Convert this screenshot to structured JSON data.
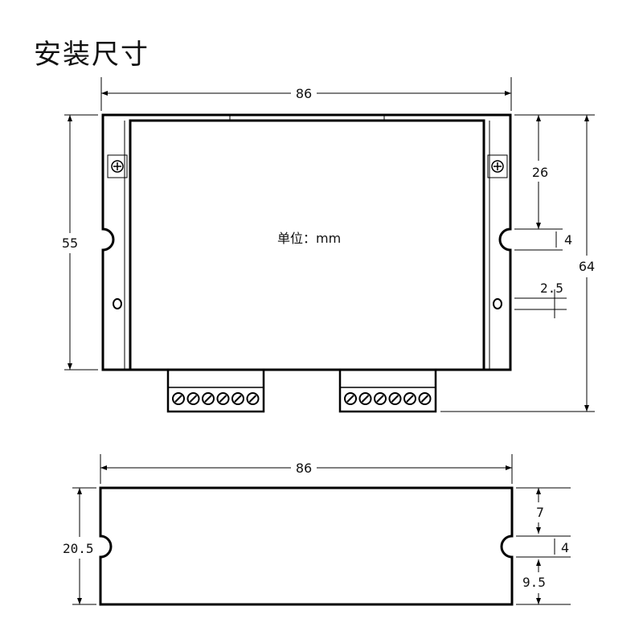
{
  "title": "安装尺寸",
  "unit_label": "单位：mm",
  "top_view": {
    "width": "86",
    "height_body": "55",
    "height_total": "64",
    "mount_offset": "26",
    "slot_width": "4",
    "hole_offset": "2.5",
    "terminal_count_left": 6,
    "terminal_count_right": 6
  },
  "side_view": {
    "width": "86",
    "height": "20.5",
    "top_offset": "7",
    "slot_width": "4",
    "bottom_offset": "9.5"
  },
  "colors": {
    "line": "#000000",
    "background": "#ffffff"
  }
}
